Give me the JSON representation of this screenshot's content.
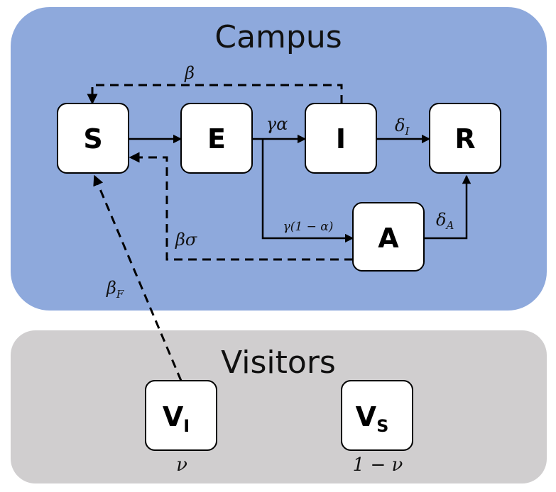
{
  "colors": {
    "campus_fill": "#8ea9dc",
    "visitors_fill": "#d0cecf",
    "box_fill": "#ffffff",
    "outline": "#000000"
  },
  "regions": {
    "campus": "Campus",
    "visitors": "Visitors"
  },
  "compartments": {
    "S": "S",
    "E": "E",
    "I": "I",
    "R": "R",
    "A": "A",
    "VI_main": "V",
    "VI_sub": "I",
    "VS_main": "V",
    "VS_sub": "S"
  },
  "rates": {
    "beta": "β",
    "gamma_alpha": "γα",
    "delta": "δ",
    "delta_I_sub": "I",
    "delta_A_sub": "A",
    "gamma_one_minus_alpha": "γ(1 − α)",
    "beta_sigma": "βσ",
    "beta_F_main": "β",
    "beta_F_sub": "F"
  },
  "visitor_fractions": {
    "VI": "ν",
    "VS": "1 − ν"
  }
}
